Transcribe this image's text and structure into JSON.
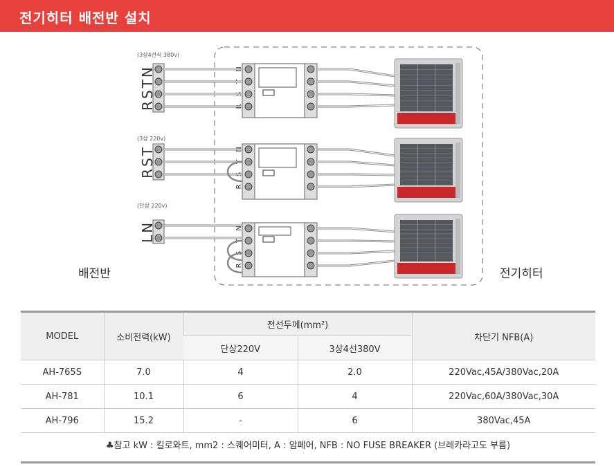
{
  "header": {
    "title": "전기히터 배전반 설치"
  },
  "diagram": {
    "panel_label": "배전반",
    "heater_label": "전기히터",
    "groups": [
      {
        "supply": "(3상4선식 380v)",
        "phases": "RSTN"
      },
      {
        "supply": "(3상 220v)",
        "phases": "RST"
      },
      {
        "supply": "(단상 220v)",
        "phases": "LN"
      }
    ],
    "breaker_terminals": [
      "R",
      "S",
      "T",
      "N"
    ]
  },
  "table": {
    "headers": {
      "model": "MODEL",
      "power": "소비전력(kW)",
      "wire": "전선두께(mm²)",
      "wire_single": "단상220V",
      "wire_three": "3상4선380V",
      "breaker": "차단기 NFB(A)"
    },
    "rows": [
      {
        "model": "AH-765S",
        "power": "7.0",
        "single": "4",
        "three": "2.0",
        "nfb": "220Vac,45A/380Vac,20A"
      },
      {
        "model": "AH-781",
        "power": "10.1",
        "single": "6",
        "three": "4",
        "nfb": "220Vac,60A/380Vac,30A"
      },
      {
        "model": "AH-796",
        "power": "15.2",
        "single": "-",
        "three": "6",
        "nfb": "380Vac,45A"
      }
    ]
  },
  "note": "♣참고 kW : 킬로와트, mm2 : 스퀘어미터, A : 암페어, NFB : NO FUSE BREAKER (브레카라고도 부름)",
  "colors": {
    "accent": "#e8413d",
    "heater_red": "#c8282a"
  }
}
